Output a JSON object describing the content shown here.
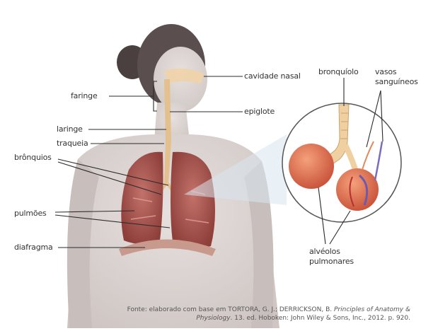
{
  "labels": {
    "cavidade_nasal": "cavidade nasal",
    "faringe": "faringe",
    "epiglote": "epiglote",
    "laringe": "laringe",
    "traqueia": "traqueia",
    "bronquios": "brônquios",
    "pulmoes": "pulmões",
    "diafragma": "diafragma",
    "bronquiolo": "bronquíolo",
    "vasos_sanguineos_1": "vasos",
    "vasos_sanguineos_2": "sanguíneos",
    "alveolos_1": "alvéolos",
    "alveolos_2": "pulmonares"
  },
  "caption": {
    "line1_prefix": "Fonte: elaborado com base em TORTORA, G. J.; DERRICKSON, B. ",
    "line1_italic": "Principles of Anatomy &",
    "line2_italic": "Physiology",
    "line2_suffix": ". 13. ed. Hoboken: John Wiley & Sons, Inc., 2012. p. 920."
  },
  "colors": {
    "skin": "#d9d2cf",
    "lung": "#a5504a",
    "alveoli": "#e07a5a",
    "airway": "#e8c9a0",
    "leader_line": "#2b2b2b"
  }
}
